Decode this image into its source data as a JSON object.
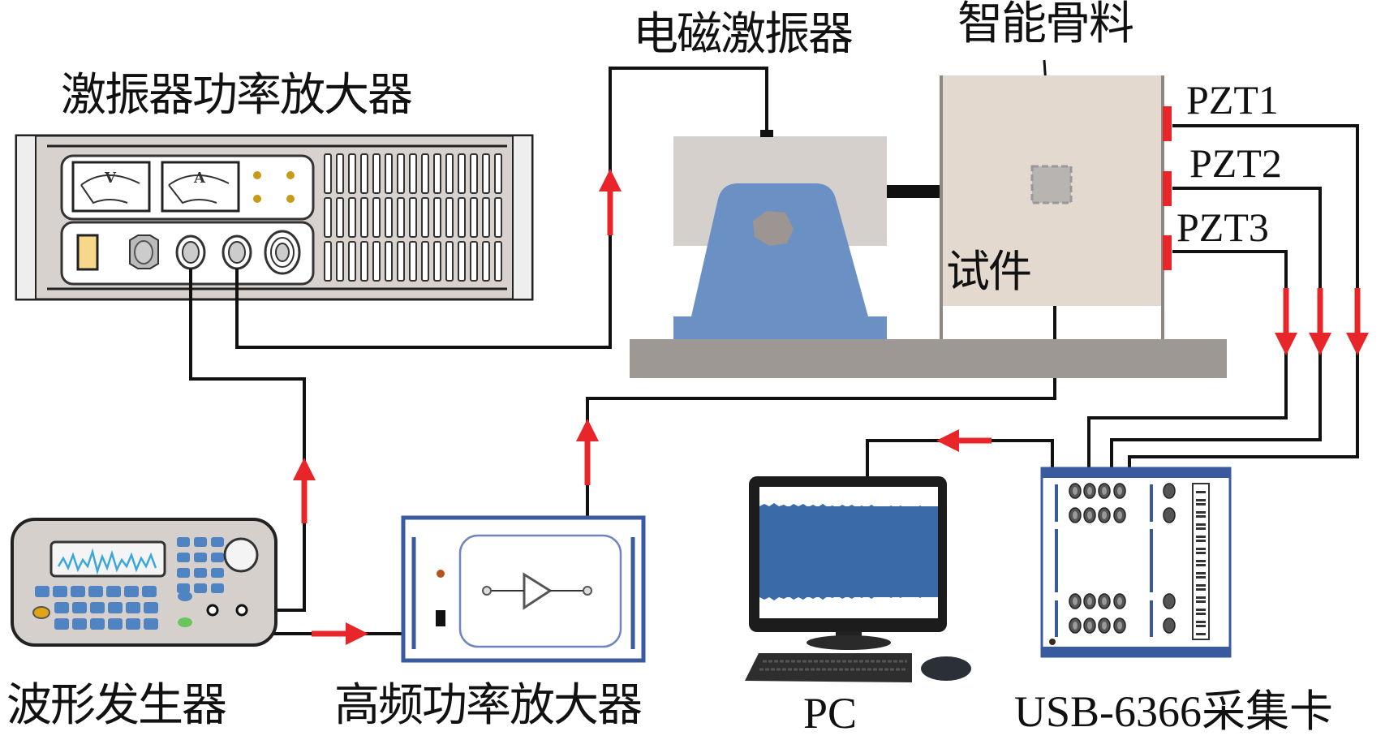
{
  "labels": {
    "exciter_amplifier": "激振器功率放大器",
    "shaker": "电磁激振器",
    "smart_aggregate": "智能骨料",
    "specimen": "试件",
    "pzt1": "PZT1",
    "pzt2": "PZT2",
    "pzt3": "PZT3",
    "waveform_generator": "波形发生器",
    "hf_amplifier": "高频功率放大器",
    "pc": "PC",
    "daq_card": "USB-6366采集卡"
  },
  "meters": {
    "voltmeter": "V",
    "ammeter": "A"
  },
  "colors": {
    "signal_arrow": "#e8262a",
    "wire": "#111111",
    "shaker_body": "#6a90c4",
    "shaker_housing": "#d6d0cc",
    "base_plate": "#9e9895",
    "specimen": "#e3d9cf",
    "pzt_patch": "#e8262a",
    "device_frame": "#3a5aa0",
    "monitor_screen": "#3a6aa8"
  }
}
